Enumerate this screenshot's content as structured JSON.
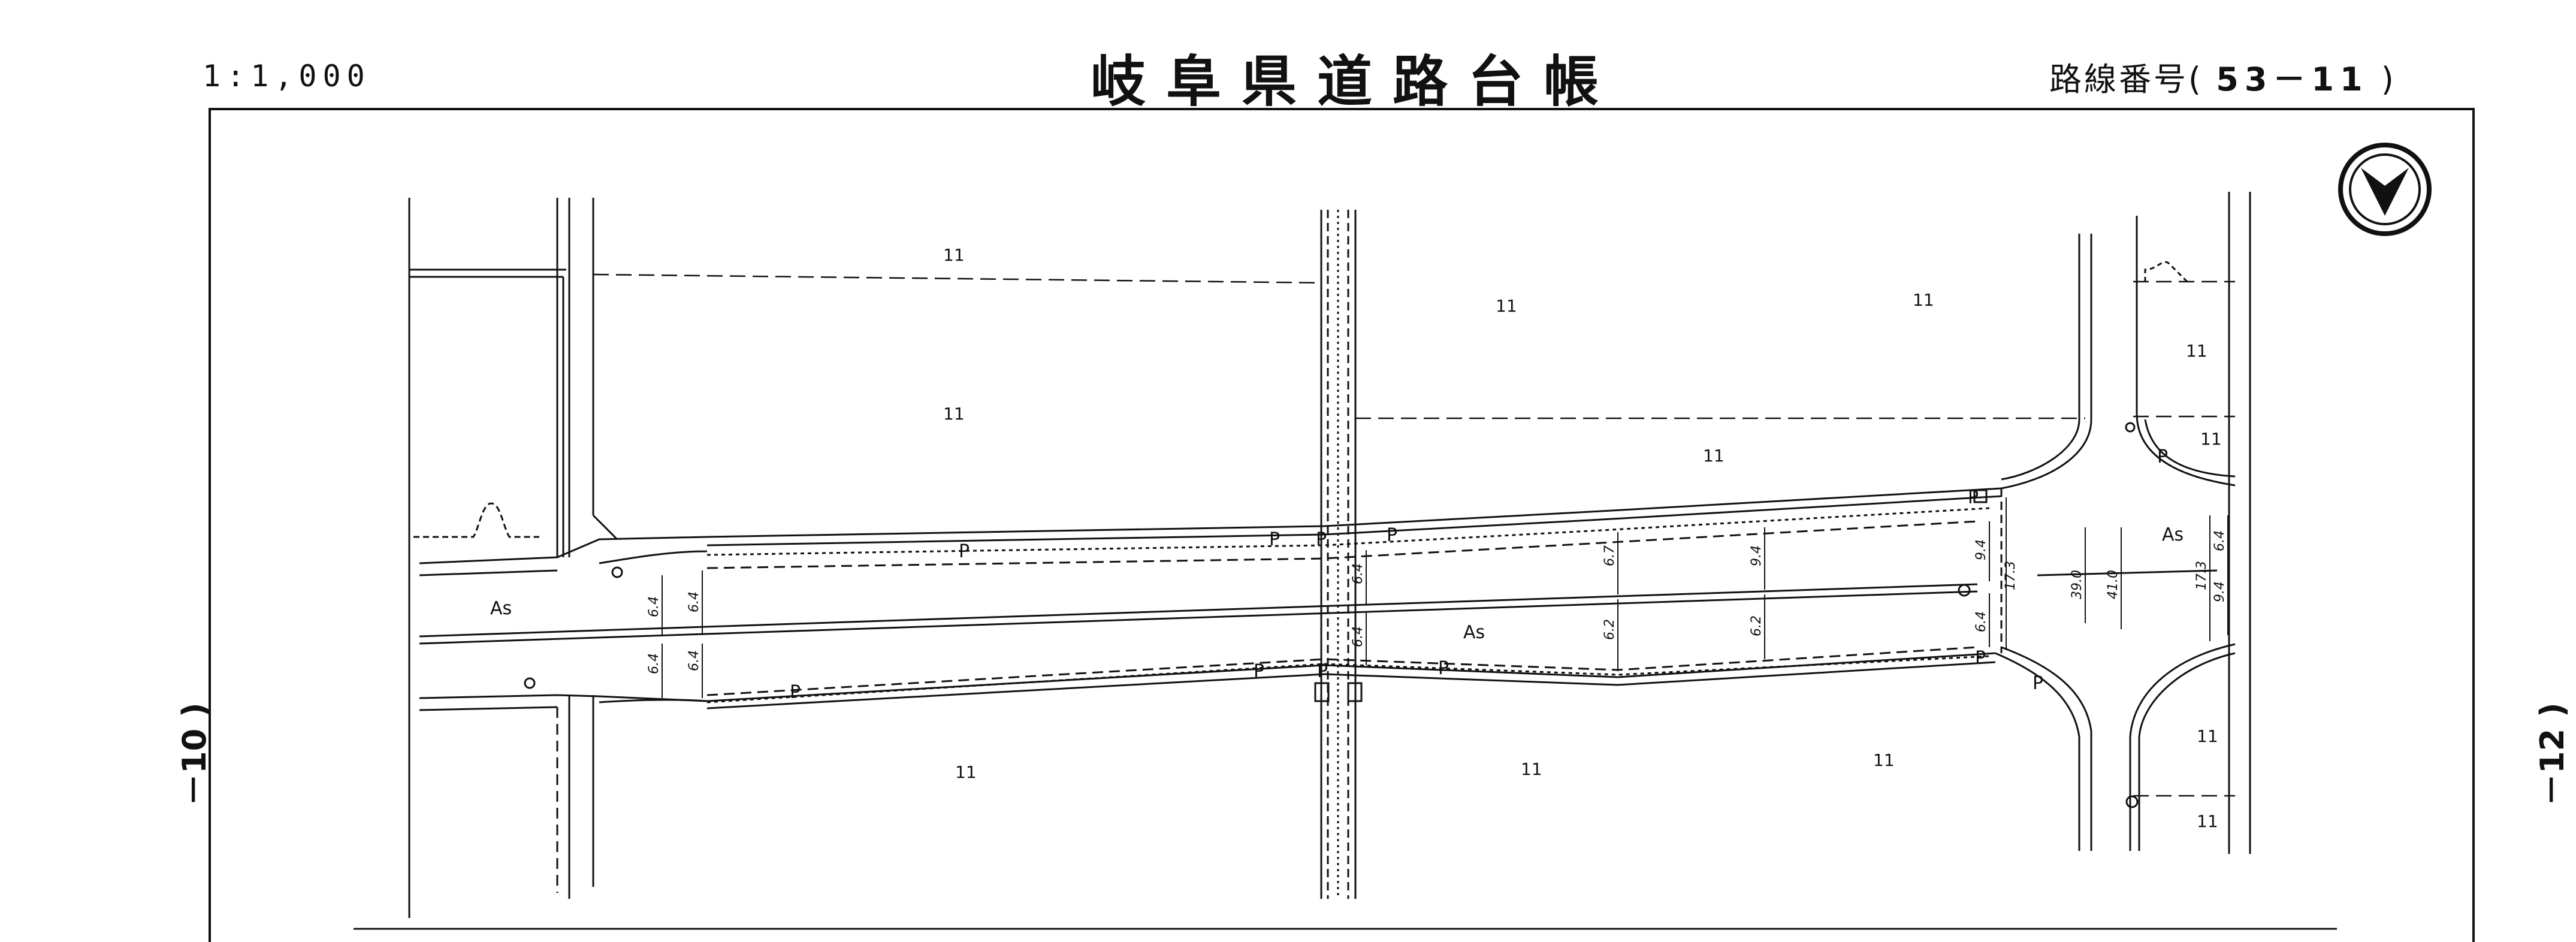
{
  "header": {
    "scale": "1:1,000",
    "title": "岐阜県道路台帳",
    "route_label": "路線番号(",
    "route_number": "53－11",
    "route_close": ")"
  },
  "sheet_links": {
    "left": "－10 )",
    "right": "－12 )"
  },
  "map": {
    "surface_labels": [
      "As",
      "As",
      "As"
    ],
    "land_marks": [
      "11",
      "11",
      "11",
      "11",
      "11",
      "11",
      "11",
      "11",
      "11",
      "11",
      "11",
      "11"
    ],
    "pole_labels": [
      "P",
      "P",
      "P",
      "P",
      "P",
      "P",
      "P",
      "P",
      "P",
      "P",
      "P",
      "P"
    ],
    "dimensions": {
      "west_upper": [
        "6.4",
        "6.4"
      ],
      "west_lower": [
        "6.4",
        "6.4"
      ],
      "mid_upper": [
        "6.4"
      ],
      "mid_lower": [
        "6.4"
      ],
      "east_upper": [
        "6.7",
        "9.4"
      ],
      "east_lower": [
        "6.2",
        "6.2"
      ],
      "intersection": [
        "9.4",
        "17.3",
        "6.4",
        "39.0",
        "41.0",
        "17.3",
        "9.4",
        "6.4"
      ]
    }
  },
  "colors": {
    "ink": "#111111",
    "paper": "#ffffff"
  },
  "icons": {
    "north_arrow": "north-arrow-icon"
  }
}
